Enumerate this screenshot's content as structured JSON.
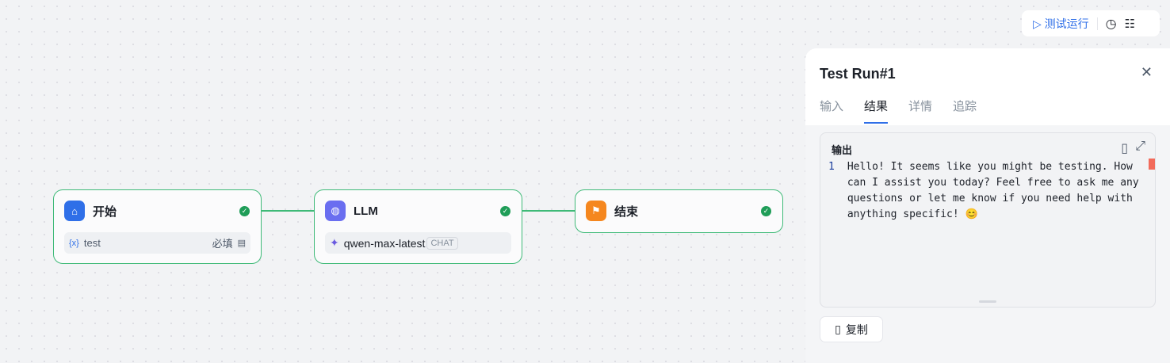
{
  "nodes": [
    {
      "title": "开始",
      "var_icon": "{x}",
      "var": "test",
      "required": "必填"
    },
    {
      "title": "LLM",
      "model": "qwen-max-latest",
      "badge": "CHAT"
    },
    {
      "title": "结束"
    }
  ],
  "toolbar": {
    "run": "测试运行"
  },
  "panel": {
    "title": "Test Run#1",
    "tabs": [
      "输入",
      "结果",
      "详情",
      "追踪"
    ],
    "output_label": "输出",
    "line_no": "1",
    "output": "Hello! It seems like you might be testing. How can I assist you today? Feel free to ask me any questions or let me know if you need help with anything specific! 😊",
    "copy": "复制"
  }
}
